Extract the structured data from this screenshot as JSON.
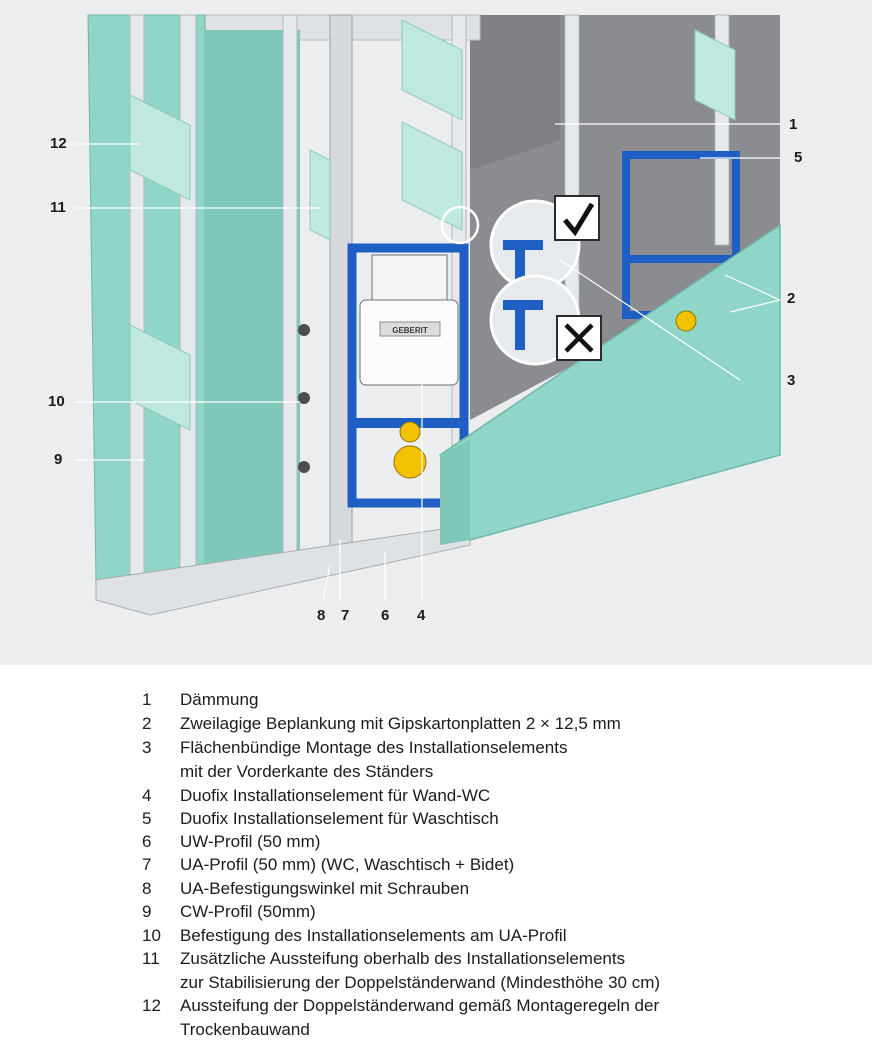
{
  "figure": {
    "brand_text": "GEBERIT",
    "callouts": [
      {
        "id": "12",
        "label": "12"
      },
      {
        "id": "11",
        "label": "11"
      },
      {
        "id": "10",
        "label": "10"
      },
      {
        "id": "9",
        "label": "9"
      },
      {
        "id": "1",
        "label": "1"
      },
      {
        "id": "5",
        "label": "5"
      },
      {
        "id": "2",
        "label": "2"
      },
      {
        "id": "3",
        "label": "3"
      },
      {
        "id": "8",
        "label": "8"
      },
      {
        "id": "7",
        "label": "7"
      },
      {
        "id": "6",
        "label": "6"
      },
      {
        "id": "4",
        "label": "4"
      }
    ],
    "colors": {
      "background": "#ecedee",
      "gypsum_board": "#8fd6c8",
      "insulation": "#8a8c8f",
      "frame_blue": "#1f5fc4",
      "steel_profile": "#d9dcde",
      "fitting_yellow": "#f2c200"
    }
  },
  "legend": [
    {
      "num": "1",
      "lines": [
        "Dämmung"
      ]
    },
    {
      "num": "2",
      "lines": [
        "Zweilagige Beplankung mit Gipskartonplatten 2 × 12,5 mm"
      ]
    },
    {
      "num": "3",
      "lines": [
        "Flächenbündige Montage des Installationselements",
        "mit der Vorderkante des Ständers"
      ]
    },
    {
      "num": "4",
      "lines": [
        "Duofix Installationselement für Wand-WC"
      ]
    },
    {
      "num": "5",
      "lines": [
        "Duofix Installationselement für Waschtisch"
      ]
    },
    {
      "num": "6",
      "lines": [
        "UW-Profil (50 mm)"
      ]
    },
    {
      "num": "7",
      "lines": [
        "UA-Profil (50 mm) (WC, Waschtisch + Bidet)"
      ]
    },
    {
      "num": "8",
      "lines": [
        "UA-Befestigungswinkel mit Schrauben"
      ]
    },
    {
      "num": "9",
      "lines": [
        "CW-Profil (50mm)"
      ]
    },
    {
      "num": "10",
      "lines": [
        "Befestigung des Installationselements am UA-Profil"
      ]
    },
    {
      "num": "11",
      "lines": [
        "Zusätzliche Aussteifung oberhalb des Installationselements",
        "zur Stabilisierung der Doppelständerwand (Mindesthöhe 30 cm)"
      ]
    },
    {
      "num": "12",
      "lines": [
        "Aussteifung der Doppelständerwand gemäß Montageregeln der",
        "Trockenbauwand"
      ]
    }
  ]
}
